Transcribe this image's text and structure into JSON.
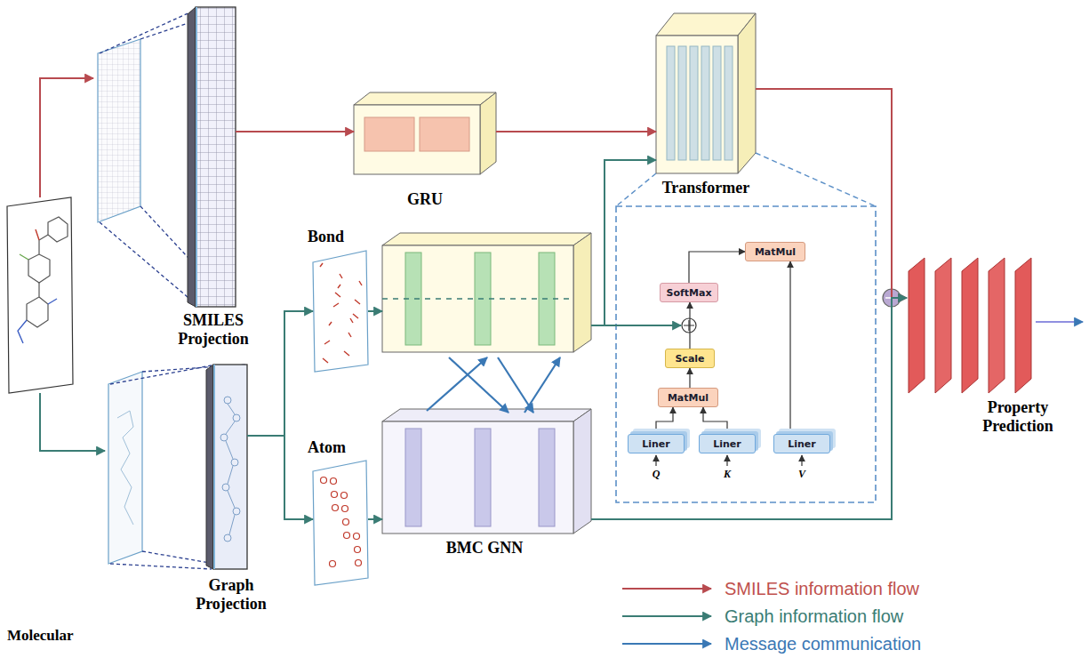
{
  "diagram": {
    "nodes": [
      {
        "text": [
          "Molecular"
        ]
      },
      {
        "text": [
          "SMILES Projection"
        ]
      },
      {
        "text": [
          "Graph Projection"
        ]
      },
      {
        "text": [
          "GRU"
        ]
      },
      {
        "text": [
          "Transformer"
        ]
      },
      {
        "text": [
          "Bond"
        ]
      },
      {
        "text": [
          "Atom"
        ]
      },
      {
        "text": [
          "BMC GNN"
        ]
      },
      {
        "text": [
          "MatMul"
        ]
      },
      {
        "text": [
          "SoftMax"
        ]
      },
      {
        "text": [
          "Scale"
        ]
      },
      {
        "text": [
          "MatMul"
        ]
      },
      {
        "text": [
          "Liner"
        ]
      },
      {
        "text": [
          "Liner"
        ]
      },
      {
        "text": [
          "Liner"
        ]
      },
      {
        "text": [
          "Property Prediction"
        ]
      }
    ],
    "edges": [
      {
        "from": 0,
        "to": 1,
        "arrow": "to"
      },
      {
        "from": 0,
        "to": 2,
        "arrow": "to"
      },
      {
        "from": 1,
        "to": 3,
        "arrow": "to"
      },
      {
        "from": 3,
        "to": 4,
        "arrow": "to"
      },
      {
        "from": 2,
        "to": 5,
        "arrow": "to"
      },
      {
        "from": 2,
        "to": 6,
        "arrow": "to"
      },
      {
        "from": 5,
        "to": 7,
        "arrow": "to"
      },
      {
        "from": 6,
        "to": 7,
        "arrow": "to"
      },
      {
        "from": 7,
        "to": 4,
        "arrow": "to"
      },
      {
        "from": 4,
        "to": 15,
        "arrow": "to"
      },
      {
        "from": 7,
        "to": 15,
        "arrow": "to"
      },
      {
        "from": 12,
        "to": 11,
        "arrow": "to"
      },
      {
        "from": 13,
        "to": 11,
        "arrow": "to"
      },
      {
        "from": 11,
        "to": 10,
        "arrow": "to"
      },
      {
        "from": 10,
        "to": 9,
        "arrow": "to"
      },
      {
        "from": 9,
        "to": 8,
        "arrow": "to"
      },
      {
        "from": 14,
        "to": 8,
        "arrow": "to"
      }
    ],
    "labels": [
      "Q",
      "K",
      "V"
    ],
    "legend": [
      {
        "text": "SMILES information flow"
      },
      {
        "text": "Graph information flow"
      },
      {
        "text": "Message communication"
      }
    ]
  }
}
